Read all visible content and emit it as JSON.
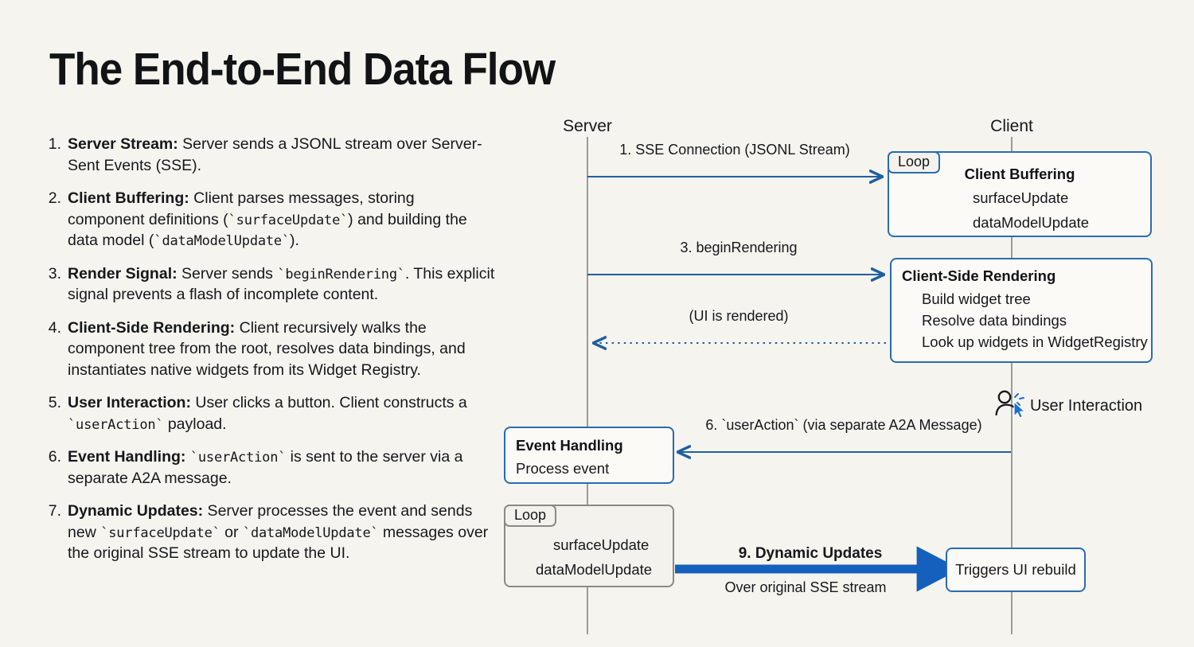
{
  "slide": {
    "title": "The End-to-End Data Flow",
    "background_color": "#f5f4ef",
    "accent_color": "#2a6cb0",
    "arrow_color": "#1560bd"
  },
  "steps": [
    {
      "num": "1.",
      "term": "Server Stream:",
      "text": " Server sends a JSONL stream over Server-Sent Events (SSE)."
    },
    {
      "num": "2.",
      "term": "Client Buffering:",
      "text": " Client parses messages, storing component definitions (`surfaceUpdate`) and building the data model (`dataModelUpdate`)."
    },
    {
      "num": "3.",
      "term": "Render Signal:",
      "text": " Server sends `beginRendering`. This explicit signal prevents a flash of incomplete content."
    },
    {
      "num": "4.",
      "term": "Client-Side Rendering:",
      "text": " Client recursively walks the component tree from the root, resolves data bindings, and instantiates native widgets from its Widget Registry."
    },
    {
      "num": "5.",
      "term": "User Interaction:",
      "text": " User clicks a button. Client constructs a `userAction` payload."
    },
    {
      "num": "6.",
      "term": "Event Handling:",
      "text": " `userAction` is sent to the server via a separate A2A message."
    },
    {
      "num": "7.",
      "term": "Dynamic Updates:",
      "text": " Server processes the event and sends new `surfaceUpdate` or `dataModelUpdate` messages over the original SSE stream to update the UI."
    }
  ],
  "diagram": {
    "actors": {
      "server": "Server",
      "client": "Client"
    },
    "messages": {
      "sse_connection": "1. SSE Connection (JSONL Stream)",
      "begin_rendering": "3. beginRendering",
      "ui_rendered": "(UI is rendered)",
      "user_action": "6. `userAction` (via separate A2A Message)",
      "dynamic_updates": "9. Dynamic Updates",
      "dynamic_updates_sub": "Over original SSE stream"
    },
    "client_buffering": {
      "loop_label": "Loop",
      "title": "Client Buffering",
      "items": [
        {
          "icon": "exchange-arrows-icon",
          "label": "surfaceUpdate"
        },
        {
          "icon": "database-stack-icon",
          "label": "dataModelUpdate"
        }
      ]
    },
    "client_rendering": {
      "title": "Client-Side Rendering",
      "items": [
        {
          "icon": "hierarchy-tree-icon",
          "label": "Build widget tree"
        },
        {
          "icon": "link-pin-icon",
          "label": "Resolve data bindings"
        },
        {
          "icon": "registry-card-icon",
          "label": "Look up widgets in WidgetRegistry"
        }
      ]
    },
    "user_interaction": {
      "icon": "person-click-icon",
      "label": "User Interaction"
    },
    "event_handling": {
      "title": "Event Handling",
      "line": "Process event"
    },
    "server_loop": {
      "loop_label": "Loop",
      "items": [
        {
          "icon": "none",
          "label": "surfaceUpdate"
        },
        {
          "icon": "database-stack-icon",
          "label": "dataModelUpdate"
        }
      ]
    },
    "triggers_box": {
      "label": "Triggers UI rebuild"
    }
  }
}
